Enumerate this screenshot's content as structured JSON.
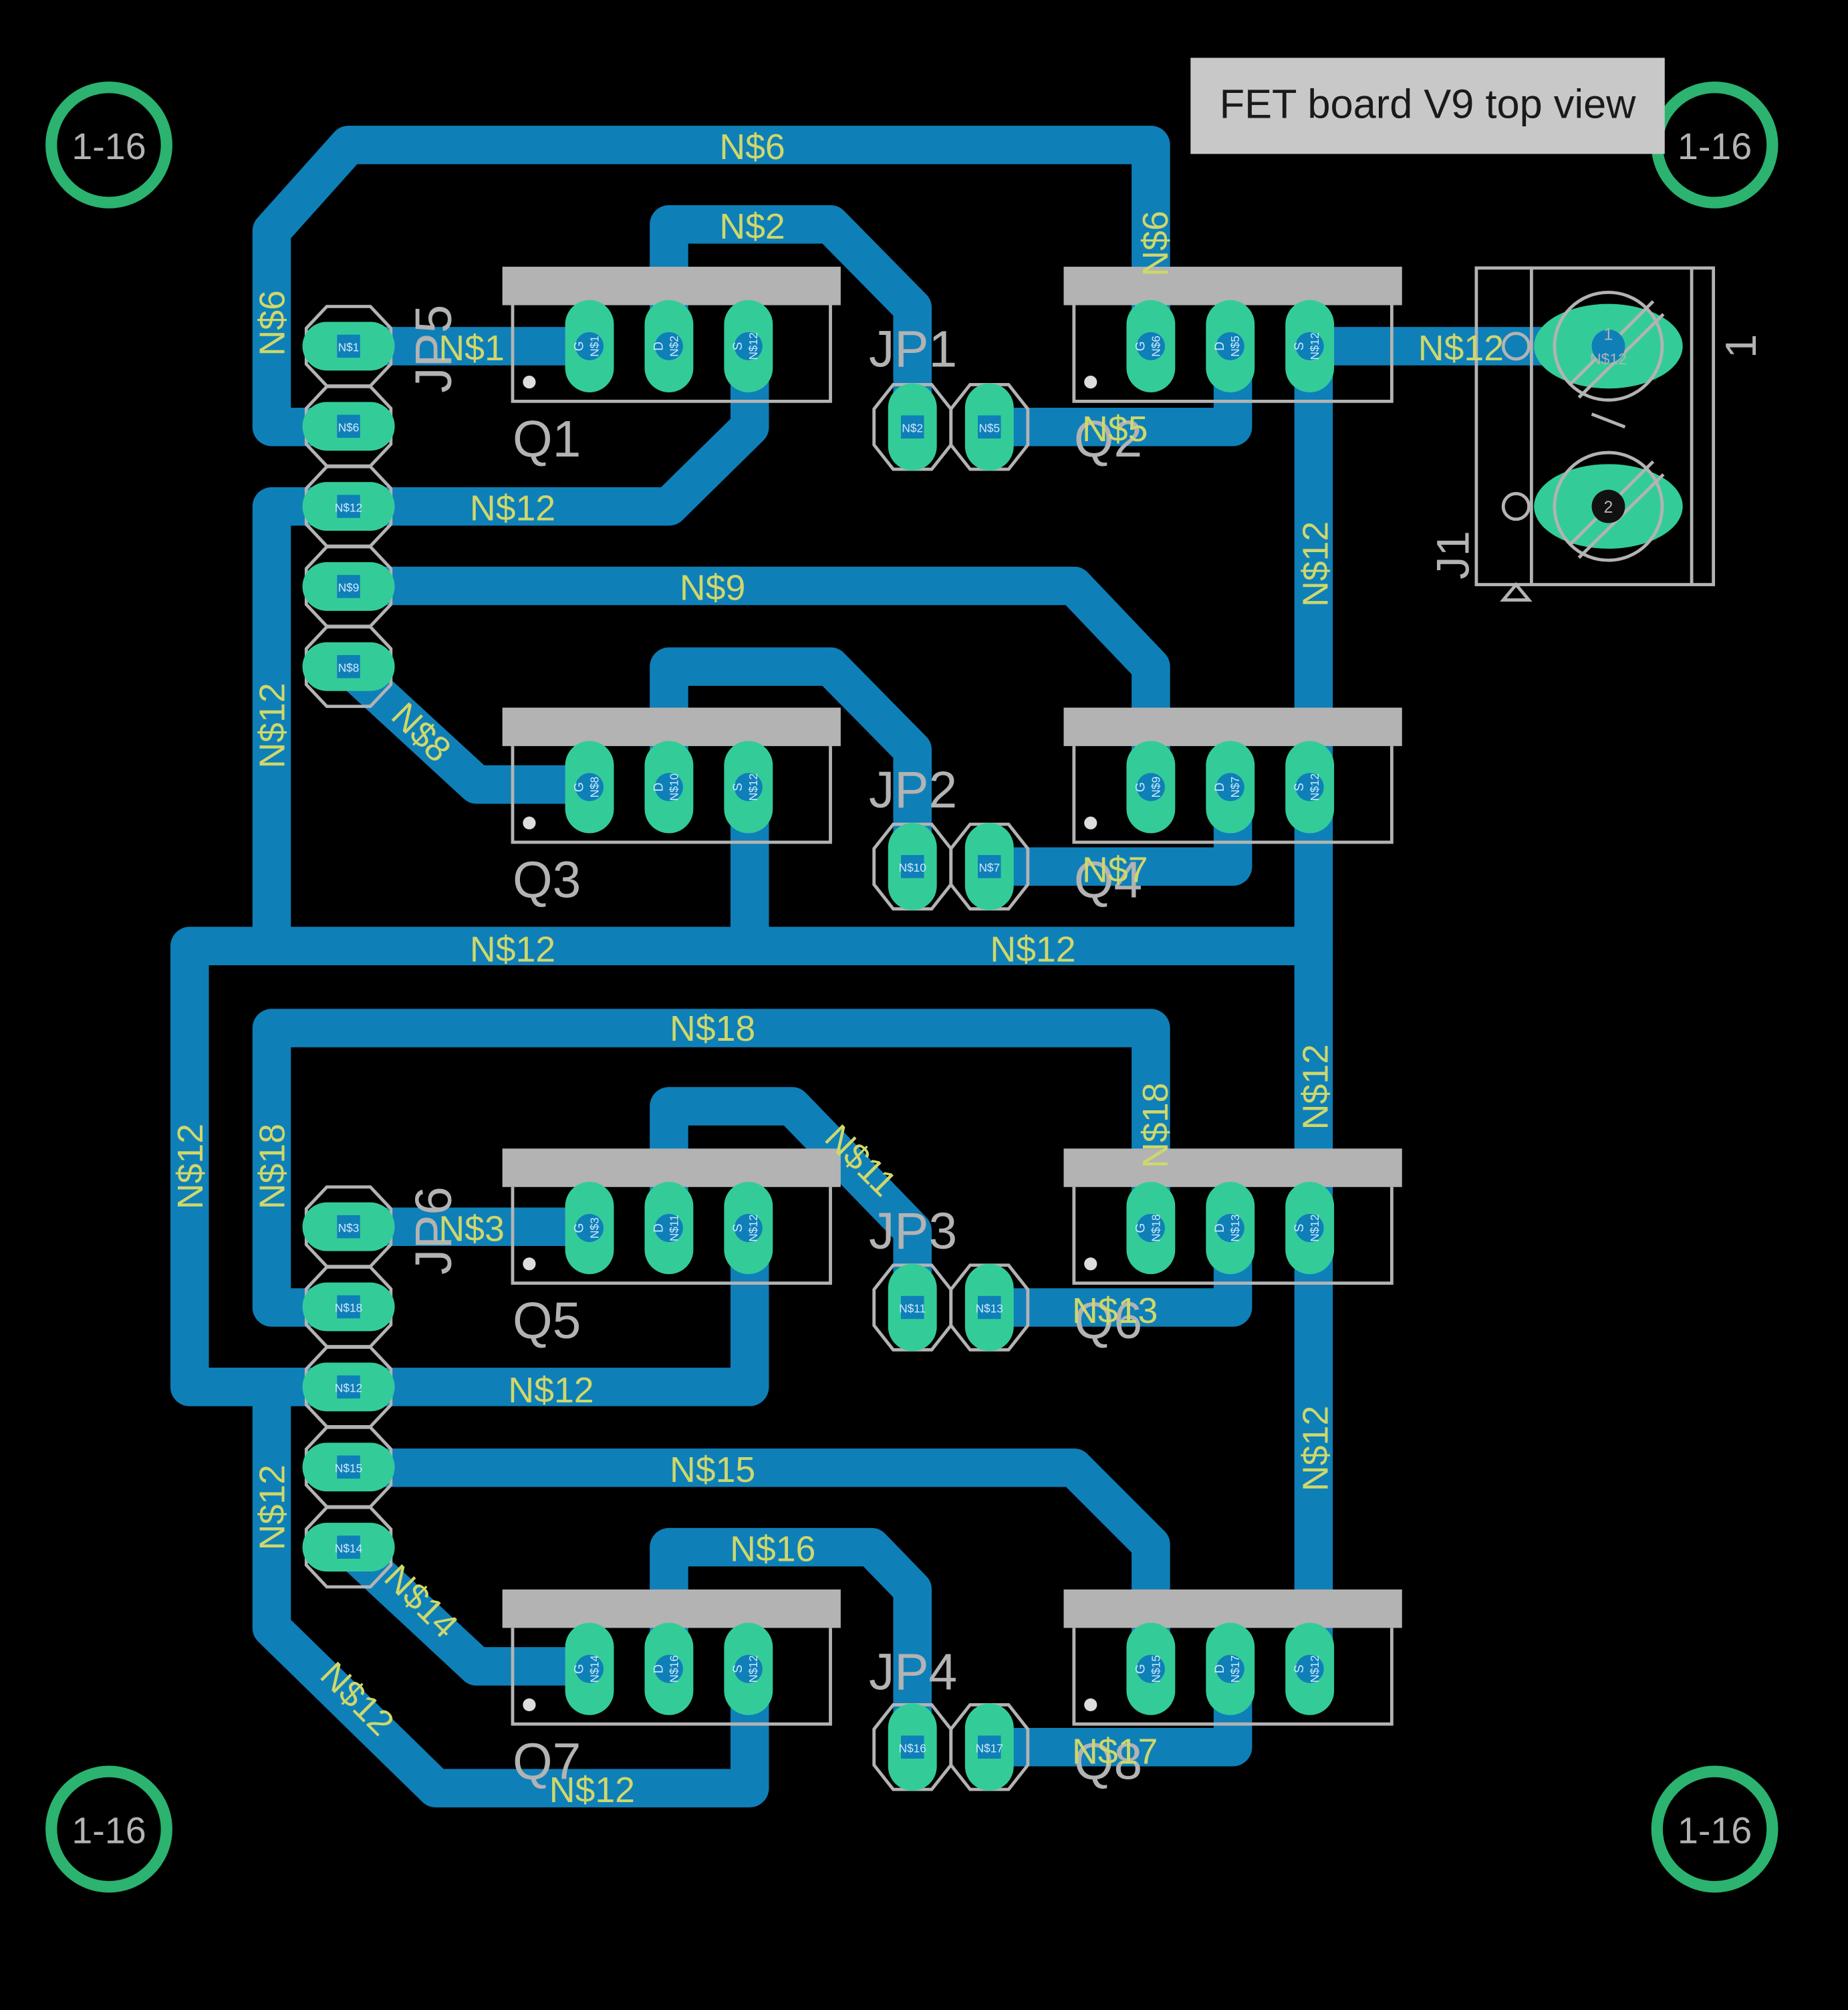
{
  "header": {
    "title": "FET board V9 top view"
  },
  "mount_holes": [
    "1-16",
    "1-16",
    "1-16",
    "1-16"
  ],
  "fets": [
    {
      "ref": "Q1",
      "pins": [
        {
          "name": "G",
          "net": "N$1"
        },
        {
          "name": "D",
          "net": "N$2"
        },
        {
          "name": "S",
          "net": "N$12"
        }
      ]
    },
    {
      "ref": "Q2",
      "pins": [
        {
          "name": "G",
          "net": "N$6"
        },
        {
          "name": "D",
          "net": "N$5"
        },
        {
          "name": "S",
          "net": "N$12"
        }
      ]
    },
    {
      "ref": "Q3",
      "pins": [
        {
          "name": "G",
          "net": "N$8"
        },
        {
          "name": "D",
          "net": "N$10"
        },
        {
          "name": "S",
          "net": "N$12"
        }
      ]
    },
    {
      "ref": "Q4",
      "pins": [
        {
          "name": "G",
          "net": "N$9"
        },
        {
          "name": "D",
          "net": "N$7"
        },
        {
          "name": "S",
          "net": "N$12"
        }
      ]
    },
    {
      "ref": "Q5",
      "pins": [
        {
          "name": "G",
          "net": "N$3"
        },
        {
          "name": "D",
          "net": "N$11"
        },
        {
          "name": "S",
          "net": "N$12"
        }
      ]
    },
    {
      "ref": "Q6",
      "pins": [
        {
          "name": "G",
          "net": "N$18"
        },
        {
          "name": "D",
          "net": "N$13"
        },
        {
          "name": "S",
          "net": "N$12"
        }
      ]
    },
    {
      "ref": "Q7",
      "pins": [
        {
          "name": "G",
          "net": "N$14"
        },
        {
          "name": "D",
          "net": "N$16"
        },
        {
          "name": "S",
          "net": "N$12"
        }
      ]
    },
    {
      "ref": "Q8",
      "pins": [
        {
          "name": "G",
          "net": "N$15"
        },
        {
          "name": "D",
          "net": "N$17"
        },
        {
          "name": "S",
          "net": "N$12"
        }
      ]
    }
  ],
  "jumpers": [
    {
      "ref": "JP1",
      "pads": [
        "N$2",
        "N$5"
      ]
    },
    {
      "ref": "JP2",
      "pads": [
        "N$10",
        "N$7"
      ]
    },
    {
      "ref": "JP3",
      "pads": [
        "N$11",
        "N$13"
      ]
    },
    {
      "ref": "JP4",
      "pads": [
        "N$16",
        "N$17"
      ]
    }
  ],
  "headers": [
    {
      "ref": "JP5",
      "pads": [
        "N$1",
        "N$6",
        "N$12",
        "N$9",
        "N$8"
      ]
    },
    {
      "ref": "JP6",
      "pads": [
        "N$3",
        "N$18",
        "N$12",
        "N$15",
        "N$14"
      ]
    }
  ],
  "terminal": {
    "ref": "J1",
    "pin1_mark": "1",
    "pads": [
      {
        "num": "1",
        "net": "N$12"
      },
      {
        "num": "2",
        "net": ""
      }
    ]
  },
  "trace_labels": {
    "n6_top": "N$6",
    "n6_left": "N$6",
    "n6_q2": "N$6",
    "n2": "N$2",
    "n1": "N$1",
    "n12_j1": "N$12",
    "n5": "N$5",
    "n12_q1": "N$12",
    "n9": "N$9",
    "n12_right1": "N$12",
    "n12_left1": "N$12",
    "n8": "N$8",
    "n7": "N$7",
    "n12_bus_l": "N$12",
    "n12_bus_r": "N$12",
    "n18_top": "N$18",
    "n12_right2": "N$12",
    "n18_q6": "N$18",
    "n12_leftmost": "N$12",
    "n18_left": "N$18",
    "n11": "N$11",
    "n3": "N$3",
    "n13": "N$13",
    "n12_q5": "N$12",
    "n15": "N$15",
    "n12_right3": "N$12",
    "n12_left2": "N$12",
    "n16": "N$16",
    "n14": "N$14",
    "n12_diag": "N$12",
    "n17": "N$17",
    "n12_bottom": "N$12"
  },
  "colors": {
    "background": "#000000",
    "trace": "#0f7fb8",
    "pad": "#33cc99",
    "silkscreen": "#b3b3b3",
    "net_label": "#cfd86a",
    "mount_hole": "#2bb36f",
    "title_bg": "#c8c8c8"
  }
}
